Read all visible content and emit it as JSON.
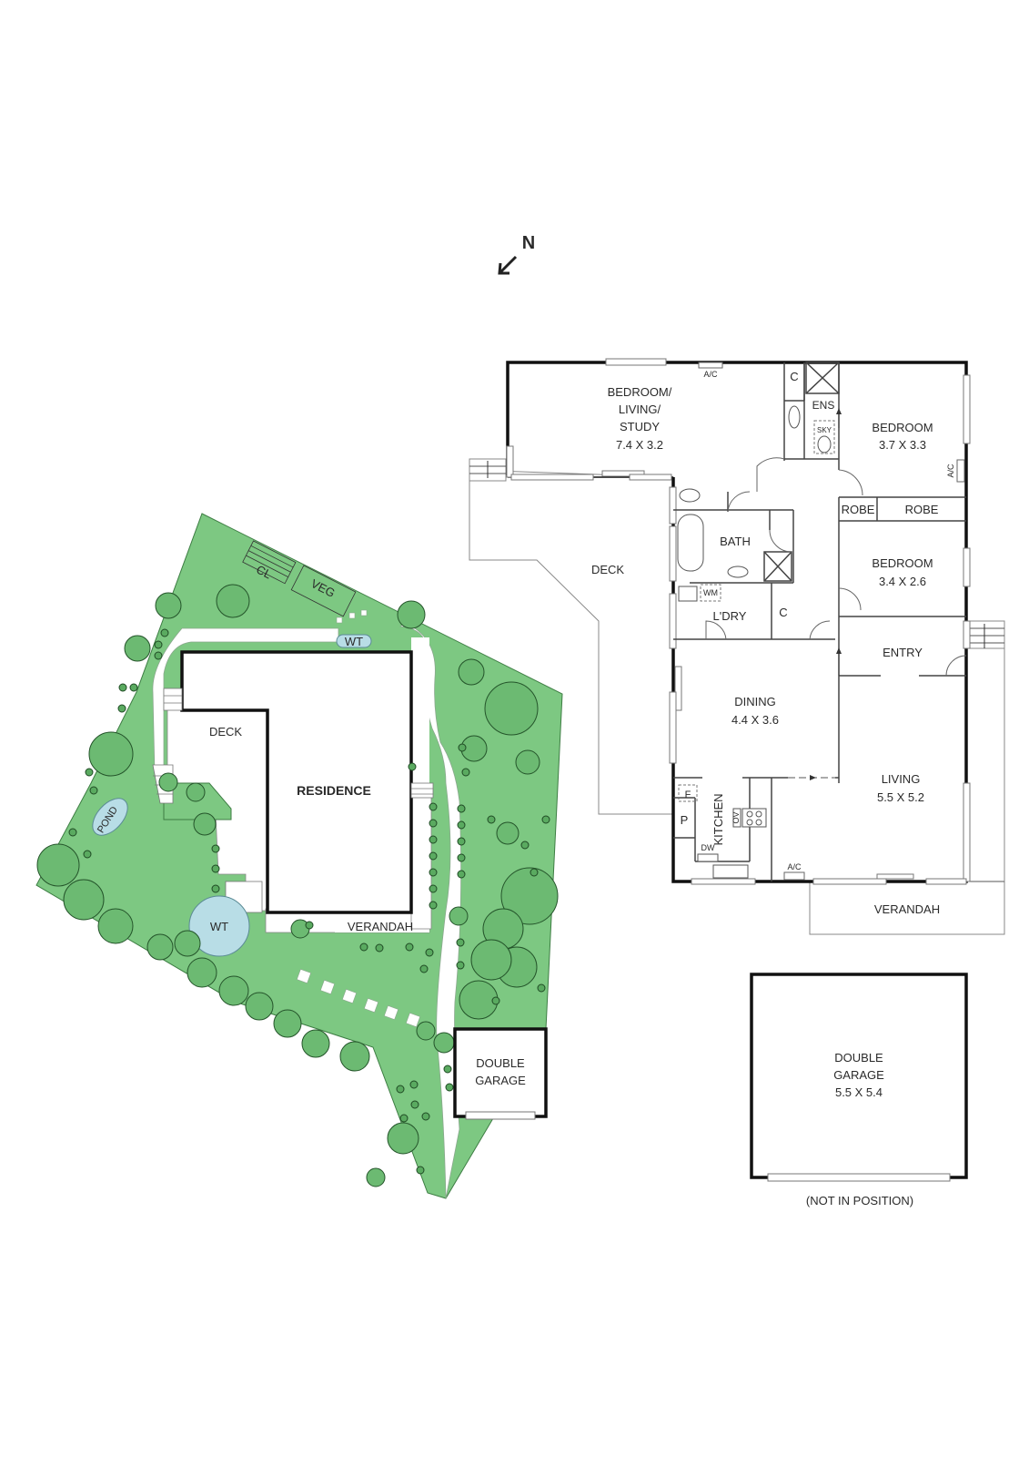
{
  "compass": {
    "label": "N",
    "icon": "north-arrow-icon"
  },
  "floor_plan": {
    "rooms": [
      {
        "id": "bedroom_living_study",
        "lines": [
          "BEDROOM/",
          "LIVING/",
          "STUDY"
        ],
        "dims": "7.4 X 3.2"
      },
      {
        "id": "bedroom_1",
        "name": "BEDROOM",
        "dims": "3.7 X 3.3"
      },
      {
        "id": "bedroom_2",
        "name": "BEDROOM",
        "dims": "3.4 X 2.6"
      },
      {
        "id": "dining",
        "name": "DINING",
        "dims": "4.4 X 3.6"
      },
      {
        "id": "living",
        "name": "LIVING",
        "dims": "5.5 X 5.2"
      },
      {
        "id": "garage",
        "lines": [
          "DOUBLE",
          "GARAGE"
        ],
        "dims": "5.5 X 5.4"
      }
    ],
    "labels": {
      "ens": "ENS",
      "sky": "SKY",
      "c1": "C",
      "c2": "C",
      "robe1": "ROBE",
      "robe2": "ROBE",
      "bath": "BATH",
      "wm": "WM",
      "laundry": "L'DRY",
      "deck": "DECK",
      "entry": "ENTRY",
      "kitchen": "KITCHEN",
      "ov": "OV",
      "fridge": "F",
      "pantry": "P",
      "dw": "DW",
      "ac1": "A/C",
      "ac2": "A/C",
      "ac3": "A/C",
      "verandah": "VERANDAH",
      "not_in_position": "(NOT IN POSITION)"
    }
  },
  "site_plan": {
    "labels": {
      "cl": "CL",
      "veg": "VEG",
      "wt_small": "WT",
      "wt_large": "WT",
      "deck": "DECK",
      "residence": "RESIDENCE",
      "pond": "POND",
      "verandah": "VERANDAH",
      "garage_line1": "DOUBLE",
      "garage_line2": "GARAGE"
    }
  },
  "colors": {
    "lawn": "#7dc882",
    "tree": "#6cba72",
    "water": "#b8dde6",
    "wall": "#111111"
  }
}
